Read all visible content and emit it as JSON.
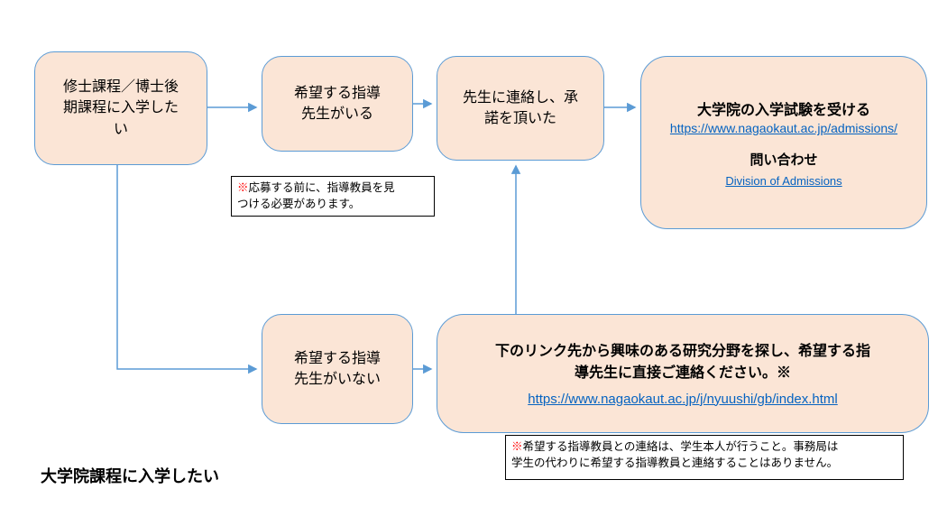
{
  "nodes": {
    "start": {
      "label": "修士課程／博士後\n期課程に入学した\nい"
    },
    "has_supervisor": {
      "label": "希望する指導\n先生がいる"
    },
    "contacted": {
      "label": "先生に連絡し、承\n諾を頂いた"
    },
    "exam": {
      "title": "大学院の入学試験を受ける",
      "link": "https://www.nagaokaut.ac.jp/admissions/",
      "inquiry_label": "問い合わせ",
      "inquiry_link": "Division of Admissions"
    },
    "no_supervisor": {
      "label": "希望する指導\n先生がいない"
    },
    "search": {
      "title": "下のリンク先から興味のある研究分野を探し、希望する指\n導先生に直接ご連絡ください。※",
      "link": "https://www.nagaokaut.ac.jp/j/nyuushi/gb/index.html"
    }
  },
  "notes": {
    "find_supervisor": {
      "marker": "※",
      "text": "応募する前に、指導教員を見\nつける必要があります。"
    },
    "contact_policy": {
      "marker": "※",
      "text": "希望する指導教員との連絡は、学生本人が行うこと。事務局は\n学生の代わりに希望する指導教員と連絡することはありません。"
    }
  },
  "footer": {
    "title": "大学院課程に入学したい"
  },
  "colors": {
    "box_fill": "#FBE5D6",
    "box_border": "#5B9BD5",
    "arrow": "#5B9BD5",
    "link": "#0563C1",
    "note_marker": "#FF0000"
  }
}
